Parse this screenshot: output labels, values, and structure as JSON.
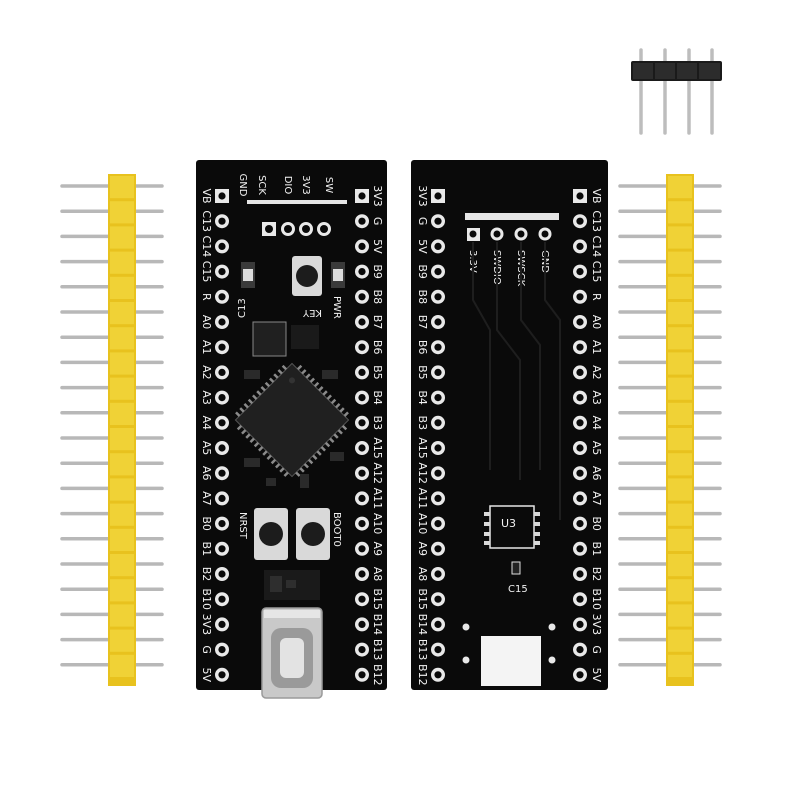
{
  "colors": {
    "background": "#ffffff",
    "pcb": "#0a0a0a",
    "header_plastic": "#e8c21e",
    "pin_metal": "#c9c9c9",
    "small_header_plastic": "#1a1a1a",
    "silkscreen": "#f2f2f2",
    "pad": "#e9e9e9"
  },
  "left_board": {
    "left_pin_labels": [
      "VB",
      "C13",
      "C14",
      "C15",
      "R",
      "A0",
      "A1",
      "A2",
      "A3",
      "A4",
      "A5",
      "A6",
      "A7",
      "B0",
      "B1",
      "B2",
      "B10",
      "3V3",
      "G",
      "5V"
    ],
    "right_pin_labels": [
      "3V3",
      "G",
      "5V",
      "B9",
      "B8",
      "B7",
      "B6",
      "B5",
      "B4",
      "B3",
      "A15",
      "A12",
      "A11",
      "A10",
      "A9",
      "A8",
      "B15",
      "B14",
      "B13",
      "B12"
    ],
    "swd_labels": [
      "GND",
      "SCK",
      "DIO",
      "3V3",
      "SW"
    ],
    "component_labels": {
      "c13": "C13",
      "key": "KEY",
      "pwr": "PWR",
      "nrst": "NRST",
      "boot0": "BOOT0"
    }
  },
  "right_board": {
    "left_pin_labels": [
      "3V3",
      "G",
      "5V",
      "B9",
      "B8",
      "B7",
      "B6",
      "B5",
      "B4",
      "B3",
      "A15",
      "A12",
      "A11",
      "A10",
      "A9",
      "A8",
      "B15",
      "B14",
      "B13",
      "B12"
    ],
    "right_pin_labels": [
      "VB",
      "C13",
      "C14",
      "C15",
      "R",
      "A0",
      "A1",
      "A2",
      "A3",
      "A4",
      "A5",
      "A6",
      "A7",
      "B0",
      "B1",
      "B2",
      "B10",
      "3V3",
      "G",
      "5V"
    ],
    "swd_labels": [
      "GND",
      "SWSCK",
      "SWDIO",
      "3.3V"
    ],
    "component_labels": {
      "u3": "U3",
      "c15": "C15"
    }
  }
}
